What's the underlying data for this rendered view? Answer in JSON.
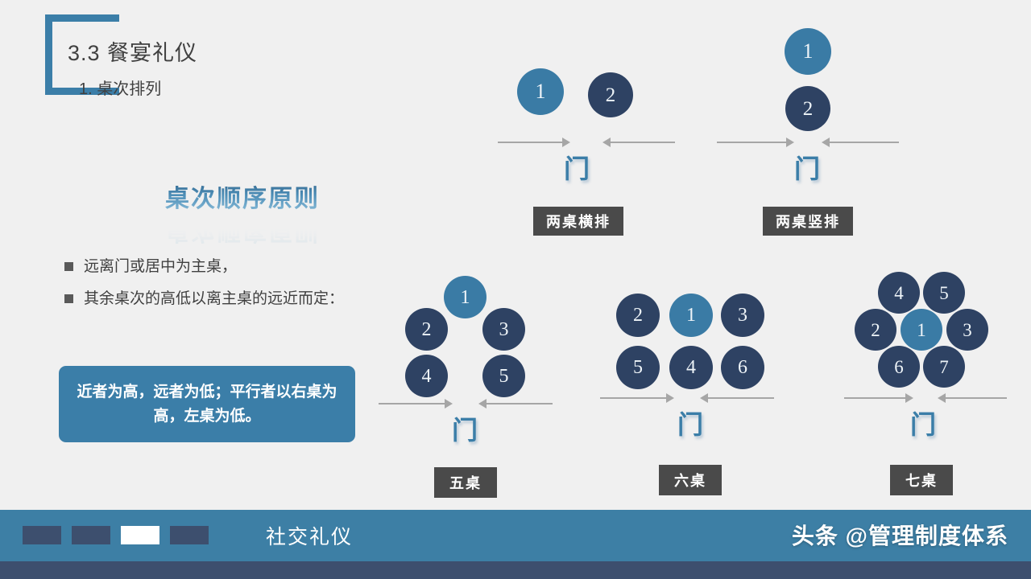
{
  "slide": {
    "title": "3.3  餐宴礼仪",
    "subtitle": "1. 桌次排列",
    "wordart": "桌次顺序原则",
    "background_color": "#f0f0f0",
    "accent_color": "#3b7ea8",
    "dark_color": "#2e4263"
  },
  "bullets": [
    {
      "text": "远离门或居中为主桌，"
    },
    {
      "text": "其余桌次的高低以离主桌的远近而定："
    }
  ],
  "callout": {
    "text": "近者为高，远者为低；平行者以右桌为高，左桌为低。"
  },
  "door_label": "门",
  "diagrams": [
    {
      "id": "two-horizontal",
      "caption": "两桌横排",
      "tables": [
        {
          "number": "1",
          "highlight": true
        },
        {
          "number": "2",
          "highlight": false
        }
      ]
    },
    {
      "id": "two-vertical",
      "caption": "两桌竖排",
      "tables": [
        {
          "number": "1",
          "highlight": true
        },
        {
          "number": "2",
          "highlight": false
        }
      ]
    },
    {
      "id": "five-tables",
      "caption": "五桌",
      "tables": [
        {
          "number": "1",
          "highlight": true
        },
        {
          "number": "2",
          "highlight": false
        },
        {
          "number": "3",
          "highlight": false
        },
        {
          "number": "4",
          "highlight": false
        },
        {
          "number": "5",
          "highlight": false
        }
      ]
    },
    {
      "id": "six-tables",
      "caption": "六桌",
      "tables": [
        {
          "number": "2",
          "highlight": false
        },
        {
          "number": "1",
          "highlight": true
        },
        {
          "number": "3",
          "highlight": false
        },
        {
          "number": "5",
          "highlight": false
        },
        {
          "number": "4",
          "highlight": false
        },
        {
          "number": "6",
          "highlight": false
        }
      ]
    },
    {
      "id": "seven-tables",
      "caption": "七桌",
      "tables": [
        {
          "number": "4",
          "highlight": false
        },
        {
          "number": "5",
          "highlight": false
        },
        {
          "number": "2",
          "highlight": false
        },
        {
          "number": "1",
          "highlight": true
        },
        {
          "number": "3",
          "highlight": false
        },
        {
          "number": "6",
          "highlight": false
        },
        {
          "number": "7",
          "highlight": false
        }
      ]
    }
  ],
  "footer": {
    "title": "社交礼仪",
    "watermark": "头条 @管理制度体系",
    "squares": [
      {
        "active": false
      },
      {
        "active": false
      },
      {
        "active": true
      },
      {
        "active": false
      }
    ]
  }
}
